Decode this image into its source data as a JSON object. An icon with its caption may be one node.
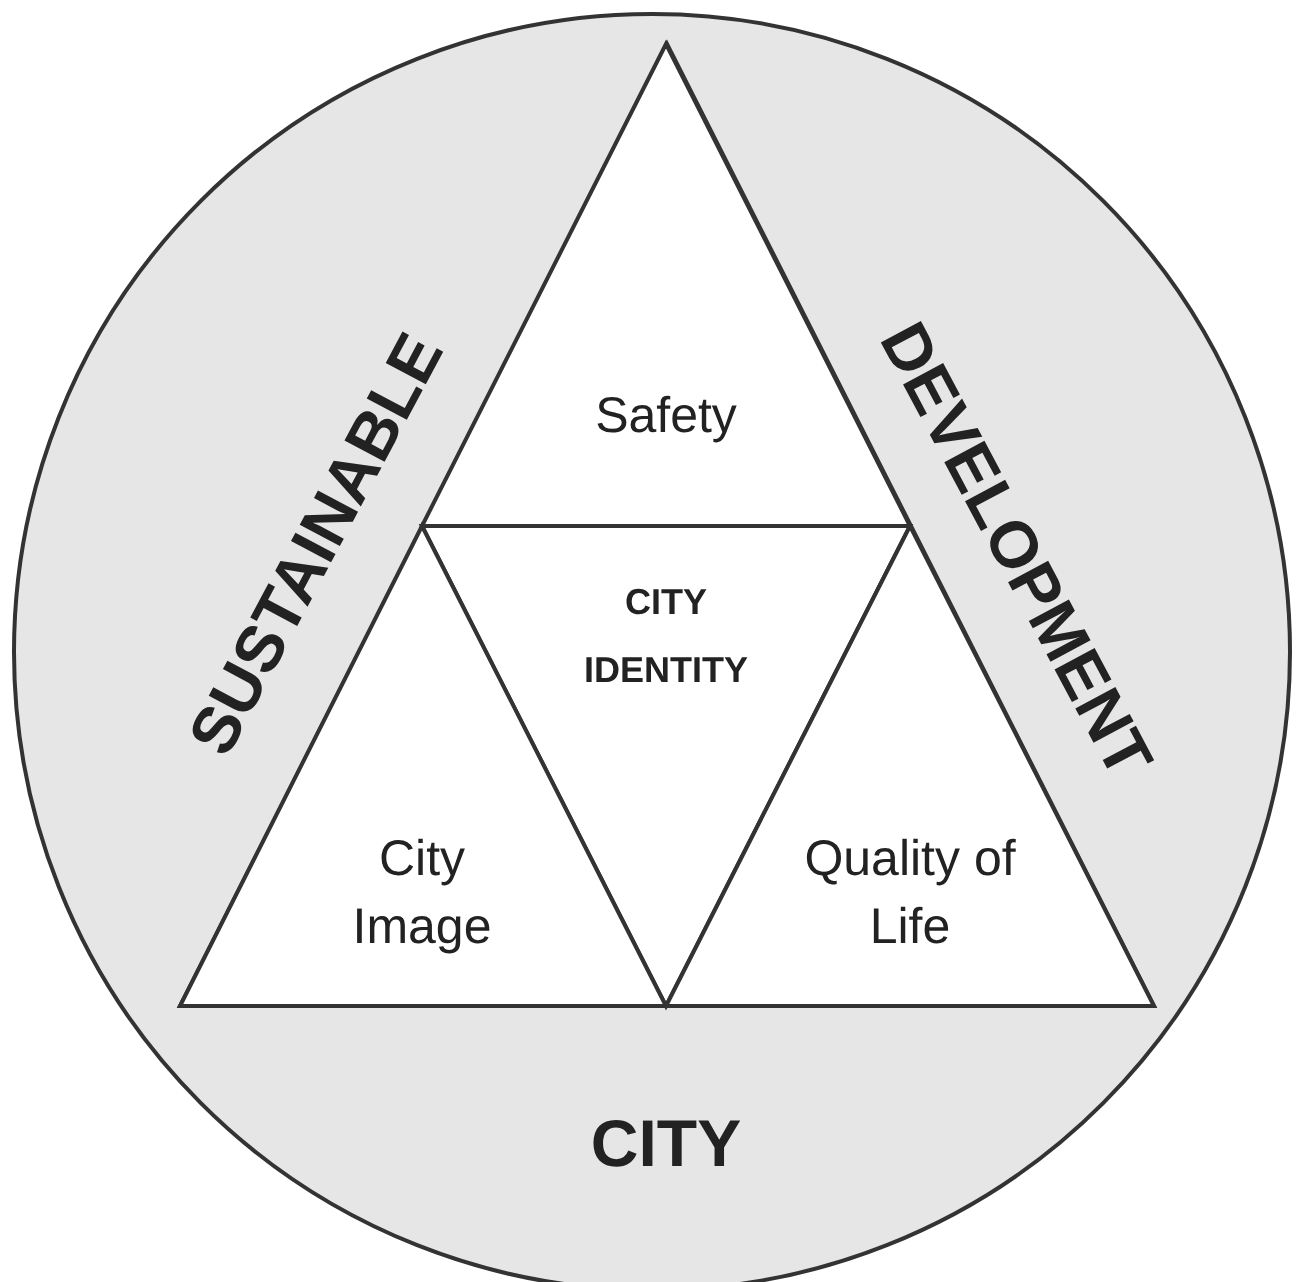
{
  "diagram": {
    "nodes": [
      {
        "text": [
          "SUSTAINABLE",
          "DEVELOPMENT",
          "CITY"
        ]
      },
      {
        "text": [],
        "shape": "triangle",
        "in": 0
      },
      {
        "text": [
          "Safety"
        ],
        "in": 1
      },
      {
        "text": [
          "CITY IDENTITY"
        ],
        "in": 1
      },
      {
        "text": [
          "City Image"
        ],
        "in": 1
      },
      {
        "text": [
          "Quality of Life"
        ],
        "in": 1
      }
    ]
  }
}
